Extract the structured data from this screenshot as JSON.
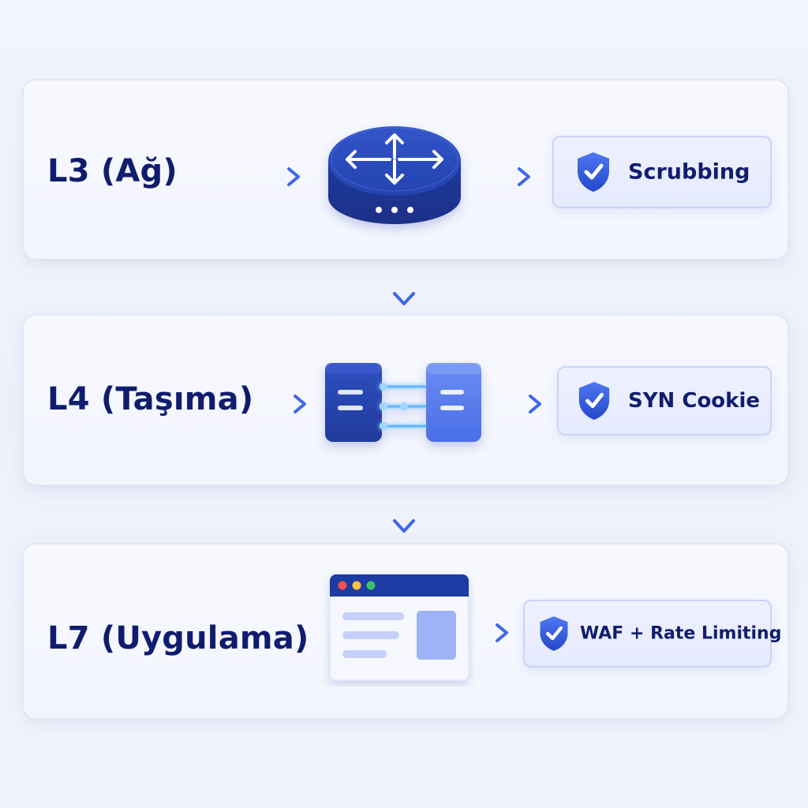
{
  "layers": [
    {
      "title": "L3 (Ağ)",
      "device": "router-icon",
      "mitigation": "Scrubbing"
    },
    {
      "title": "L4 (Taşıma)",
      "device": "server-connection-icon",
      "mitigation": "SYN Cookie"
    },
    {
      "title": "L7 (Uygulama)",
      "device": "browser-window-icon",
      "mitigation": "WAF + Rate Limiting"
    }
  ],
  "icons": {
    "mitigation": "shield-check-icon",
    "flow": "arrow-right-icon",
    "between_layers": "arrow-down-icon"
  },
  "colors": {
    "title_text": "#101d6e",
    "accent_blue": "#3b63e6",
    "device_dark": "#1e3a9e",
    "device_light": "#5b7ff0",
    "card_background": "#f5f7fe",
    "mitigation_background": "#e8ecfe",
    "glow": "#5fb8ff"
  }
}
